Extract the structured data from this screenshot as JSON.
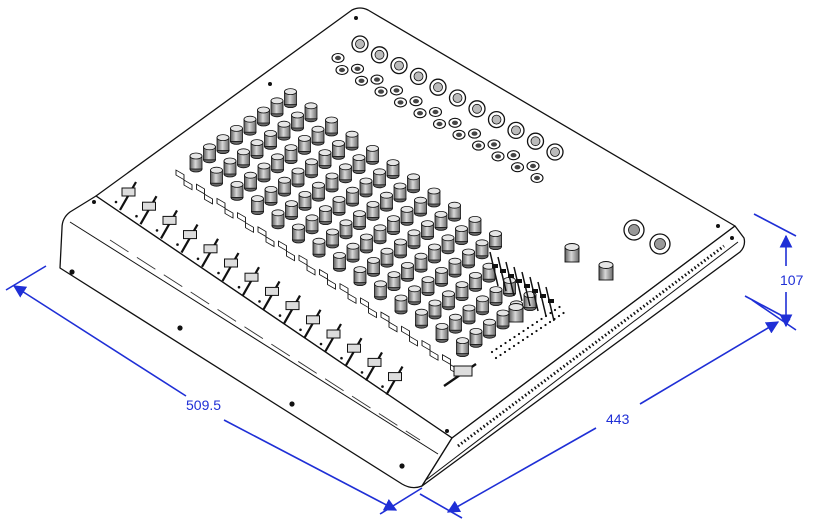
{
  "dimensions": {
    "width": {
      "label": "509.5"
    },
    "depth": {
      "label": "443"
    },
    "height": {
      "label": "107"
    }
  },
  "colors": {
    "dimension": "#1f2fd6",
    "outline": "#111111",
    "knob_dark": "#6e6e6e",
    "knob_light": "#d2d2d2",
    "panel": "#ffffff"
  }
}
